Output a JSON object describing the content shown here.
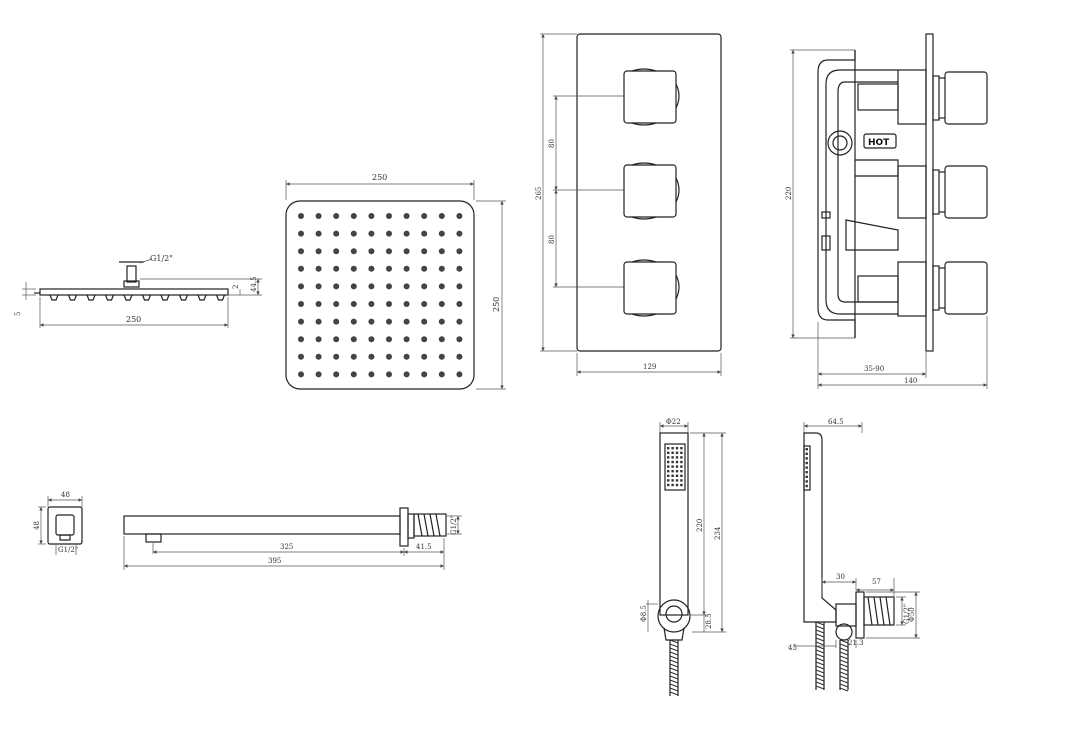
{
  "shower_head_side": {
    "thread_label": "G1/2\"",
    "width_label": "250",
    "height_label": "44.5",
    "top_gap_label": "2",
    "thickness_label": "5"
  },
  "shower_head_front": {
    "width_label": "250",
    "height_label": "250"
  },
  "valve_front": {
    "height_label": "265",
    "spacing_top_label": "80",
    "spacing_bottom_label": "80",
    "width_label": "129"
  },
  "valve_side": {
    "height_label": "220",
    "depth_range_label": "35-90",
    "total_depth_label": "140",
    "hot_badge": "HOT"
  },
  "outlet_block": {
    "width_label": "48",
    "height_label": "48",
    "thread_label": "G1/2\""
  },
  "arm": {
    "length_label": "325",
    "flange_label": "41.5",
    "total_label": "395",
    "thread_label": "G1/2\""
  },
  "handset_front": {
    "diameter_label": "Φ22",
    "length_label": "220",
    "overall_label": "234",
    "bracket_label": "Φ8.5",
    "offset_label": "28.5"
  },
  "handset_side": {
    "depth_label": "64.5",
    "distance_label": "30",
    "projection_label": "57",
    "thread_label": "G1/2\"",
    "outlet_diameter_label": "Φ50",
    "nut_label": "21.3",
    "hose_label": "45"
  }
}
